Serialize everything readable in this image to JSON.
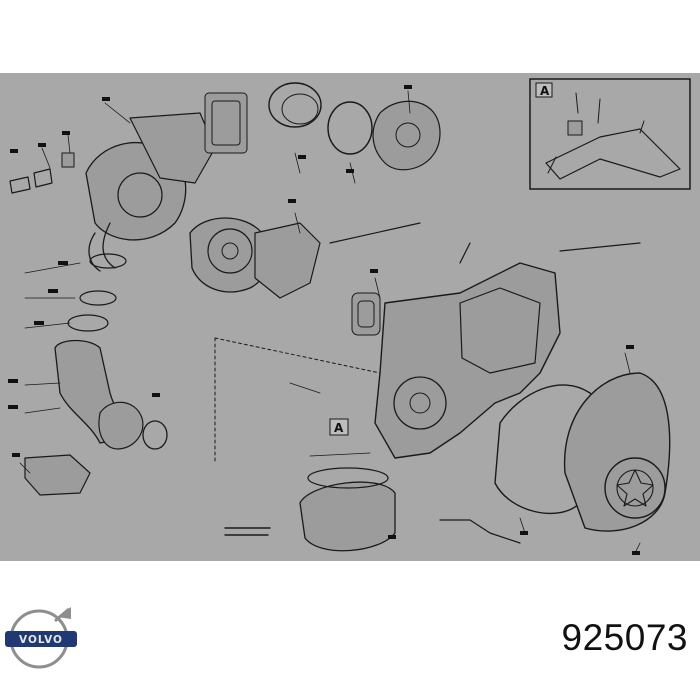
{
  "diagram": {
    "inset_label": "A",
    "callout_label": "A"
  },
  "brand": {
    "logo_text": "VOLVO",
    "color": "#1f3a73"
  },
  "part_number": "925073"
}
